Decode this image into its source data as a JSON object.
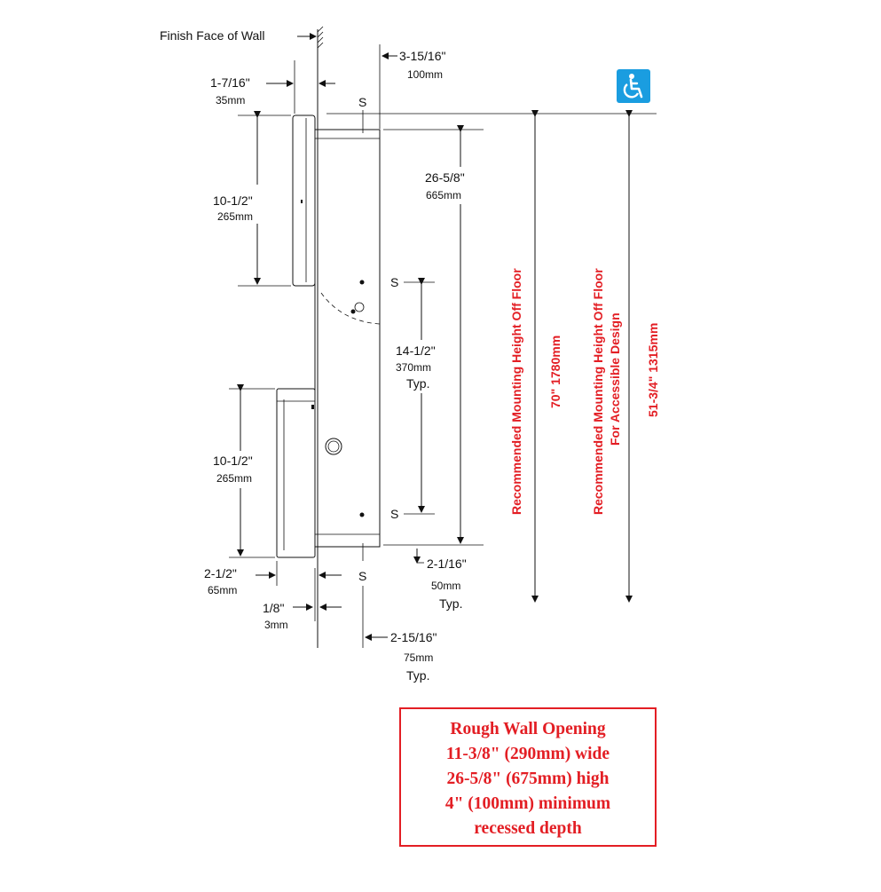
{
  "labels": {
    "finish_face": "Finish Face of Wall",
    "d_3_15_16": "3-15/16\"",
    "d_100mm": "100mm",
    "d_1_7_16": "1-7/16\"",
    "d_35mm": "35mm",
    "d_10_1_2_top": "10-1/2\"",
    "d_265mm_top": "265mm",
    "d_26_5_8": "26-5/8\"",
    "d_665mm": "665mm",
    "d_14_1_2": "14-1/2\"",
    "d_370mm": "370mm",
    "typ_1": "Typ.",
    "d_10_1_2_bot": "10-1/2\"",
    "d_265mm_bot": "265mm",
    "d_2_1_2": "2-1/2\"",
    "d_65mm": "65mm",
    "d_2_1_16": "2-1/16\"",
    "d_50mm": "50mm",
    "typ_2": "Typ.",
    "d_1_8": "1/8\"",
    "d_3mm": "3mm",
    "d_2_15_16": "2-15/16\"",
    "d_75mm": "75mm",
    "typ_3": "Typ.",
    "s": "S"
  },
  "mounting": {
    "standard_label": "Recommended Mounting Height Off Floor",
    "standard_value": "70\"  1780mm",
    "accessible_label_1": "Recommended Mounting Height Off Floor",
    "accessible_label_2": "For Accessible Design",
    "accessible_value": "51-3/4\"  1315mm"
  },
  "rough_opening": {
    "line1": "Rough Wall Opening",
    "line2": "11-3/8\" (290mm) wide",
    "line3": "26-5/8\" (675mm) high",
    "line4": "4\" (100mm) minimum",
    "line5": "recessed depth"
  },
  "icons": {
    "accessibility": "wheelchair-accessibility-icon"
  },
  "colors": {
    "accent_red": "#e31e24",
    "accessibility_blue": "#1a9de0"
  }
}
